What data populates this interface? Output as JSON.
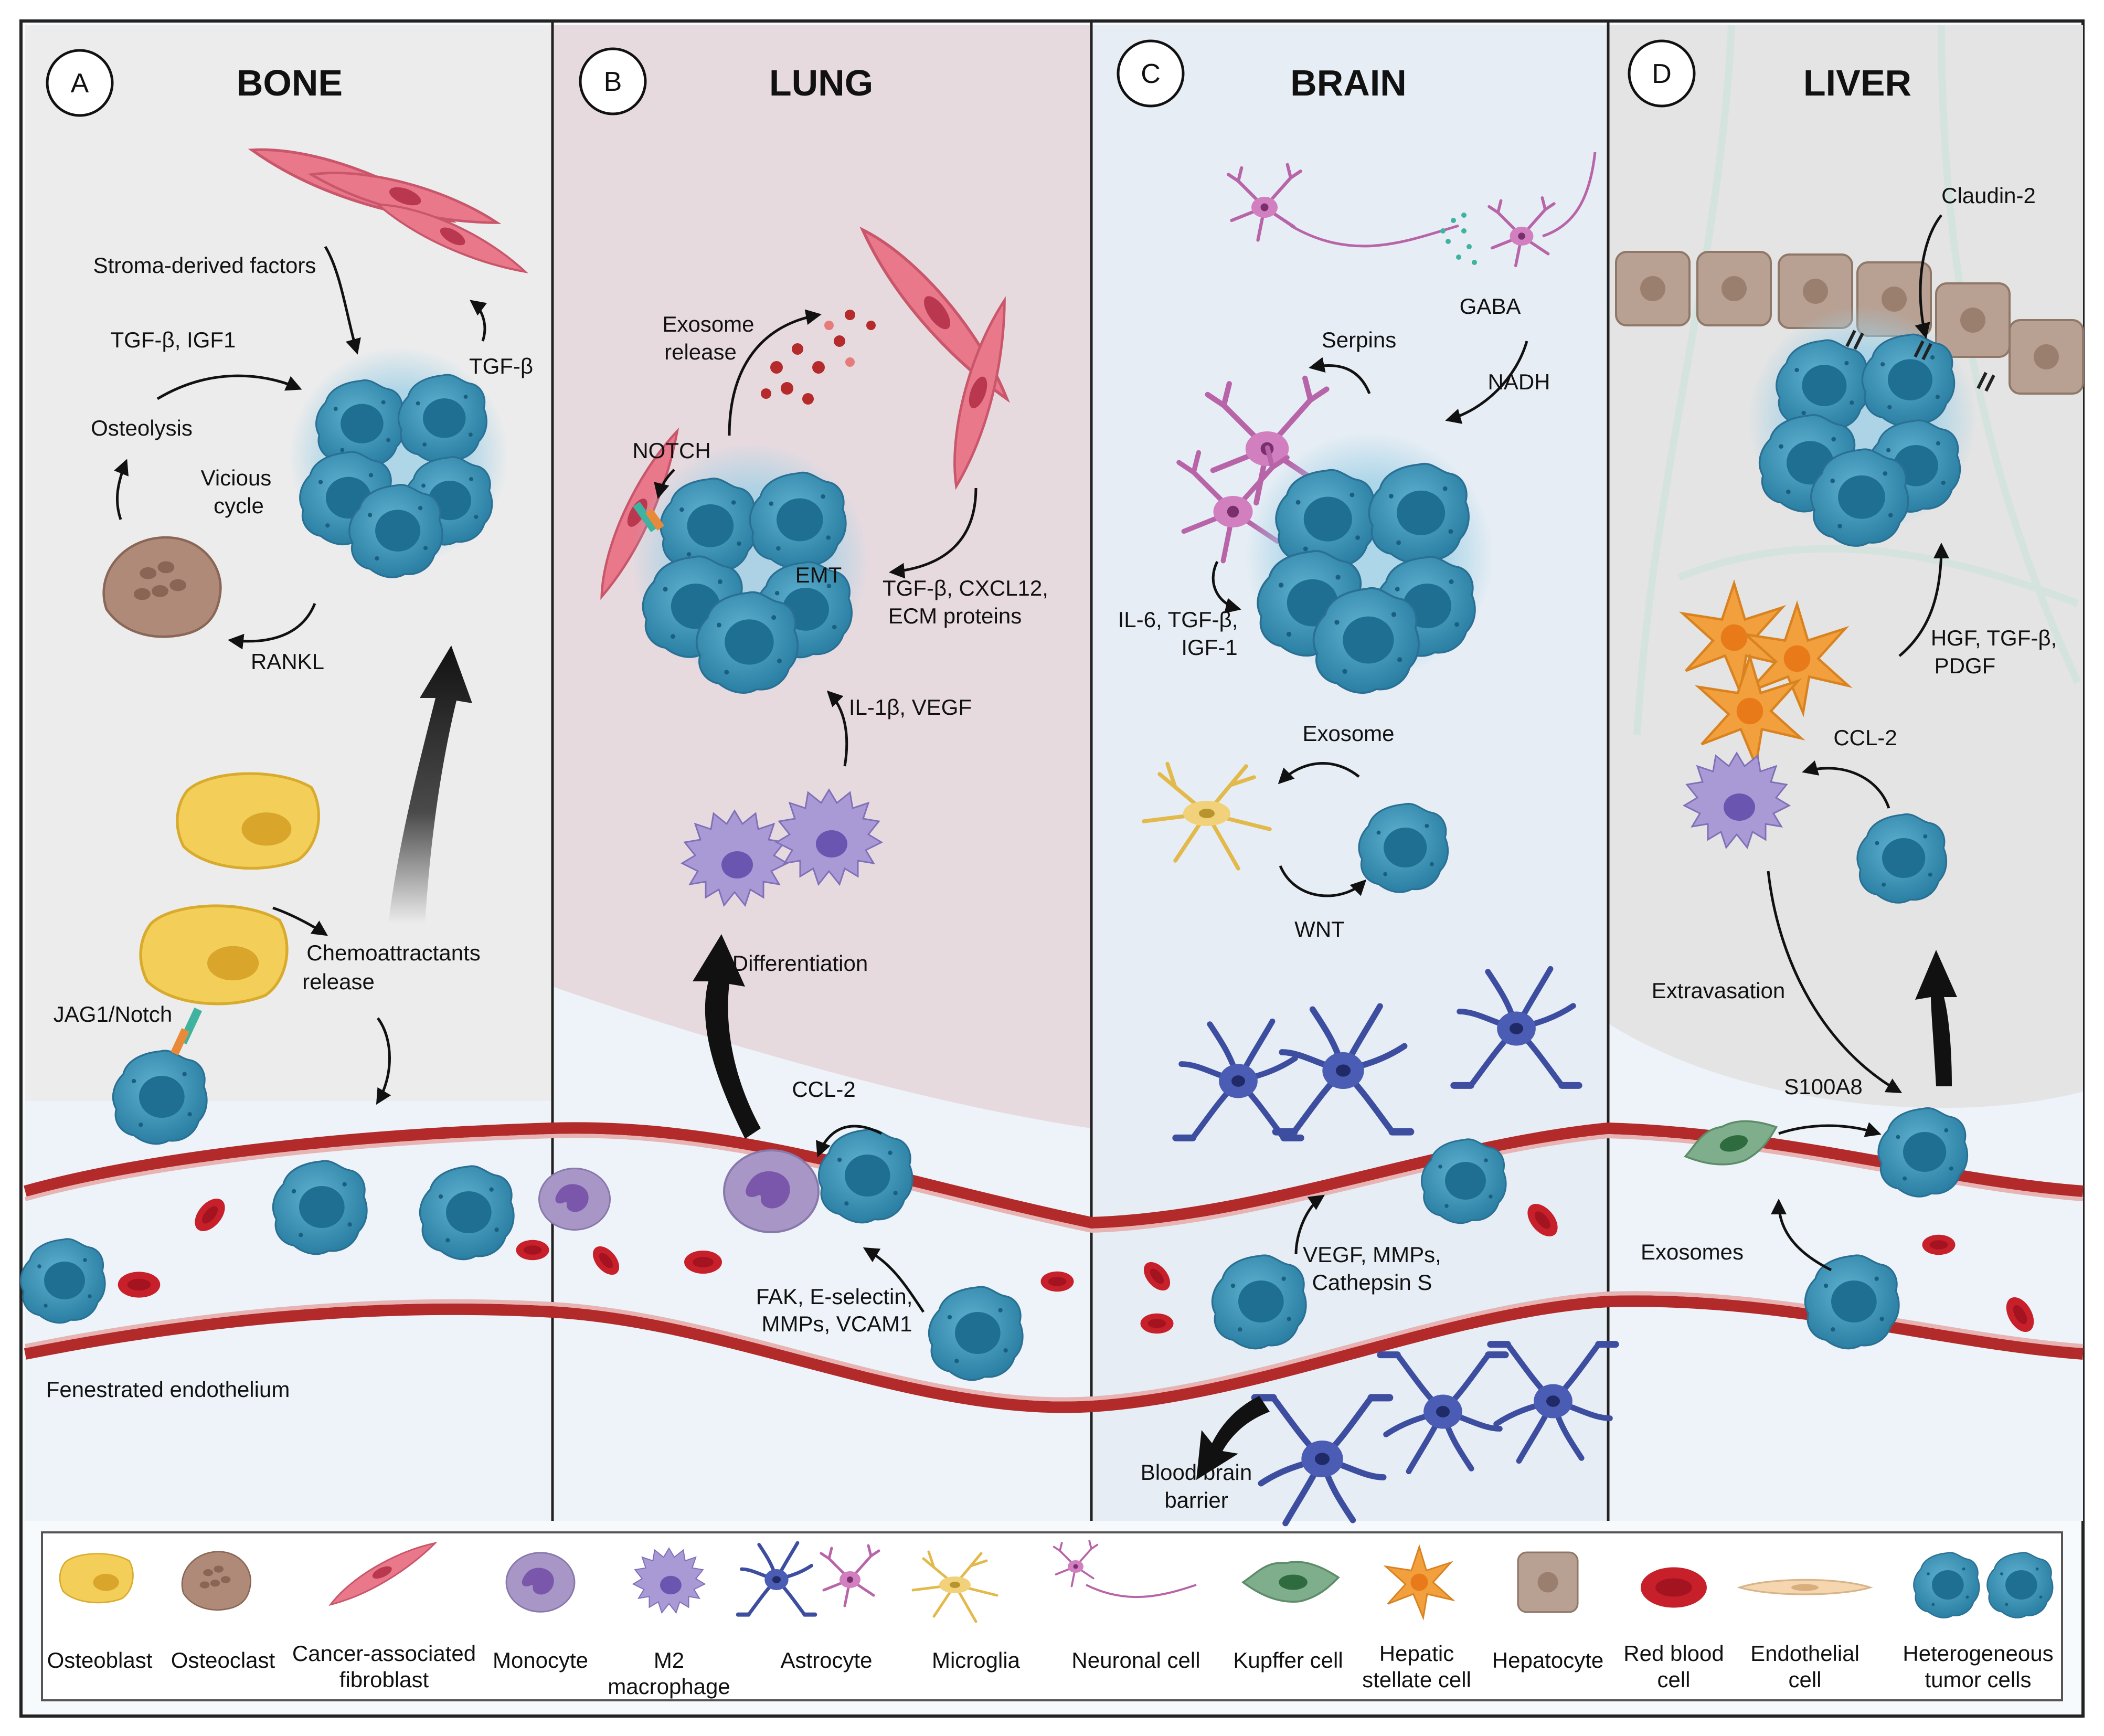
{
  "panels": [
    {
      "letter": "A",
      "title": "BONE"
    },
    {
      "letter": "B",
      "title": "LUNG"
    },
    {
      "letter": "C",
      "title": "BRAIN"
    },
    {
      "letter": "D",
      "title": "LIVER"
    }
  ],
  "labels": {
    "bone": {
      "stroma": "Stroma-derived factors",
      "tgfb_igf1": "TGF-β, IGF1",
      "tgfb": "TGF-β",
      "osteolysis": "Osteolysis",
      "vicious_1": "Vicious",
      "vicious_2": "cycle",
      "rankl": "RANKL",
      "chemo_1": "Chemoattractants",
      "chemo_2": "release",
      "jag1": "JAG1/Notch",
      "fenestrated": "Fenestrated endothelium"
    },
    "lung": {
      "exosome_1": "Exosome",
      "exosome_2": "release",
      "notch": "NOTCH",
      "emt": "EMT",
      "tgfb_cxcl12": "TGF-β, CXCL12,",
      "ecm": "ECM proteins",
      "il1b": "IL-1β, VEGF",
      "differentiation": "Differentiation",
      "ccl2": "CCL-2",
      "fak_1": "FAK, E-selectin,",
      "fak_2": "MMPs, VCAM1"
    },
    "brain": {
      "gaba": "GABA",
      "serpins": "Serpins",
      "nadh": "NADH",
      "il6_1": "IL-6, TGF-β,",
      "il6_2": "IGF-1",
      "exosome": "Exosome",
      "wnt": "WNT",
      "vegf_1": "VEGF, MMPs,",
      "vegf_2": "Cathepsin S",
      "bbb_1": "Blood brain",
      "bbb_2": "barrier"
    },
    "liver": {
      "claudin": "Claudin-2",
      "hgf_1": "HGF, TGF-β,",
      "hgf_2": "PDGF",
      "ccl2": "CCL-2",
      "extravasation": "Extravasation",
      "s100a8": "S100A8",
      "exosomes": "Exosomes"
    }
  },
  "legend": [
    {
      "line1": "Osteoblast",
      "line2": ""
    },
    {
      "line1": "Osteoclast",
      "line2": ""
    },
    {
      "line1": "Cancer-associated",
      "line2": "fibroblast"
    },
    {
      "line1": "Monocyte",
      "line2": ""
    },
    {
      "line1": "M2",
      "line2": "macrophage"
    },
    {
      "line1": "Astrocyte",
      "line2": ""
    },
    {
      "line1": "Microglia",
      "line2": ""
    },
    {
      "line1": "Neuronal cell",
      "line2": ""
    },
    {
      "line1": "Kupffer cell",
      "line2": ""
    },
    {
      "line1": "Hepatic",
      "line2": "stellate cell"
    },
    {
      "line1": "Hepatocyte",
      "line2": ""
    },
    {
      "line1": "Red blood",
      "line2": "cell"
    },
    {
      "line1": "Endothelial",
      "line2": "cell"
    },
    {
      "line1": "Heterogeneous",
      "line2": "tumor cells"
    }
  ],
  "colors": {
    "tumor": "#3a8fb0",
    "tumor_dark": "#1f6f93",
    "tumor_halo": "#9fd0e6",
    "fibroblast": "#e8788a",
    "osteoblast": "#f3cf5a",
    "osteoclast": "#b08a78",
    "monocyte": "#a796c6",
    "macrophage": "#a99ad6",
    "astrocyte": "#3d4ea0",
    "neuron": "#b864a8",
    "microglia": "#e6c35a",
    "kupffer": "#6f9f7e",
    "stellate": "#f2a03d",
    "hepatocyte": "#b8a092",
    "rbc": "#c8202a",
    "vessel": "#b22a2a",
    "endothelial": "#e7b3b3",
    "panel_bone": "#ececec",
    "panel_lung": "#e7dadf",
    "panel_brain": "#e6edf4",
    "panel_liver": "#e4e4e4",
    "bg": "#edf3f8"
  }
}
